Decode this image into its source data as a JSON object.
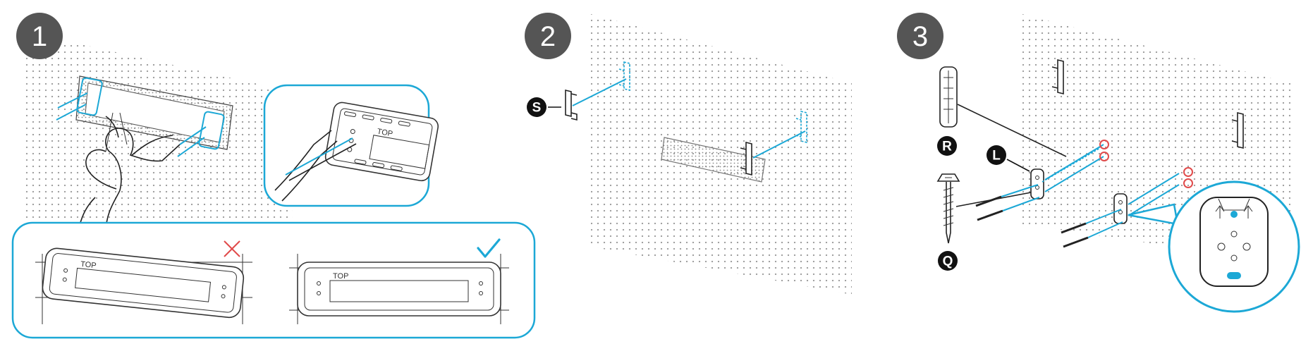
{
  "steps": [
    {
      "number": "1"
    },
    {
      "number": "2"
    },
    {
      "number": "3"
    }
  ],
  "labels": {
    "template_top": "TOP",
    "bracket": "S",
    "anchor": "R",
    "holder": "L",
    "screw": "Q"
  },
  "marks": {
    "incorrect_symbol": "cross",
    "correct_symbol": "check"
  },
  "colors": {
    "accent_blue": "#1ca8d6",
    "wrong_red": "#e04b4b",
    "badge_gray": "#555555",
    "dot_gray": "#9a9a9a"
  }
}
